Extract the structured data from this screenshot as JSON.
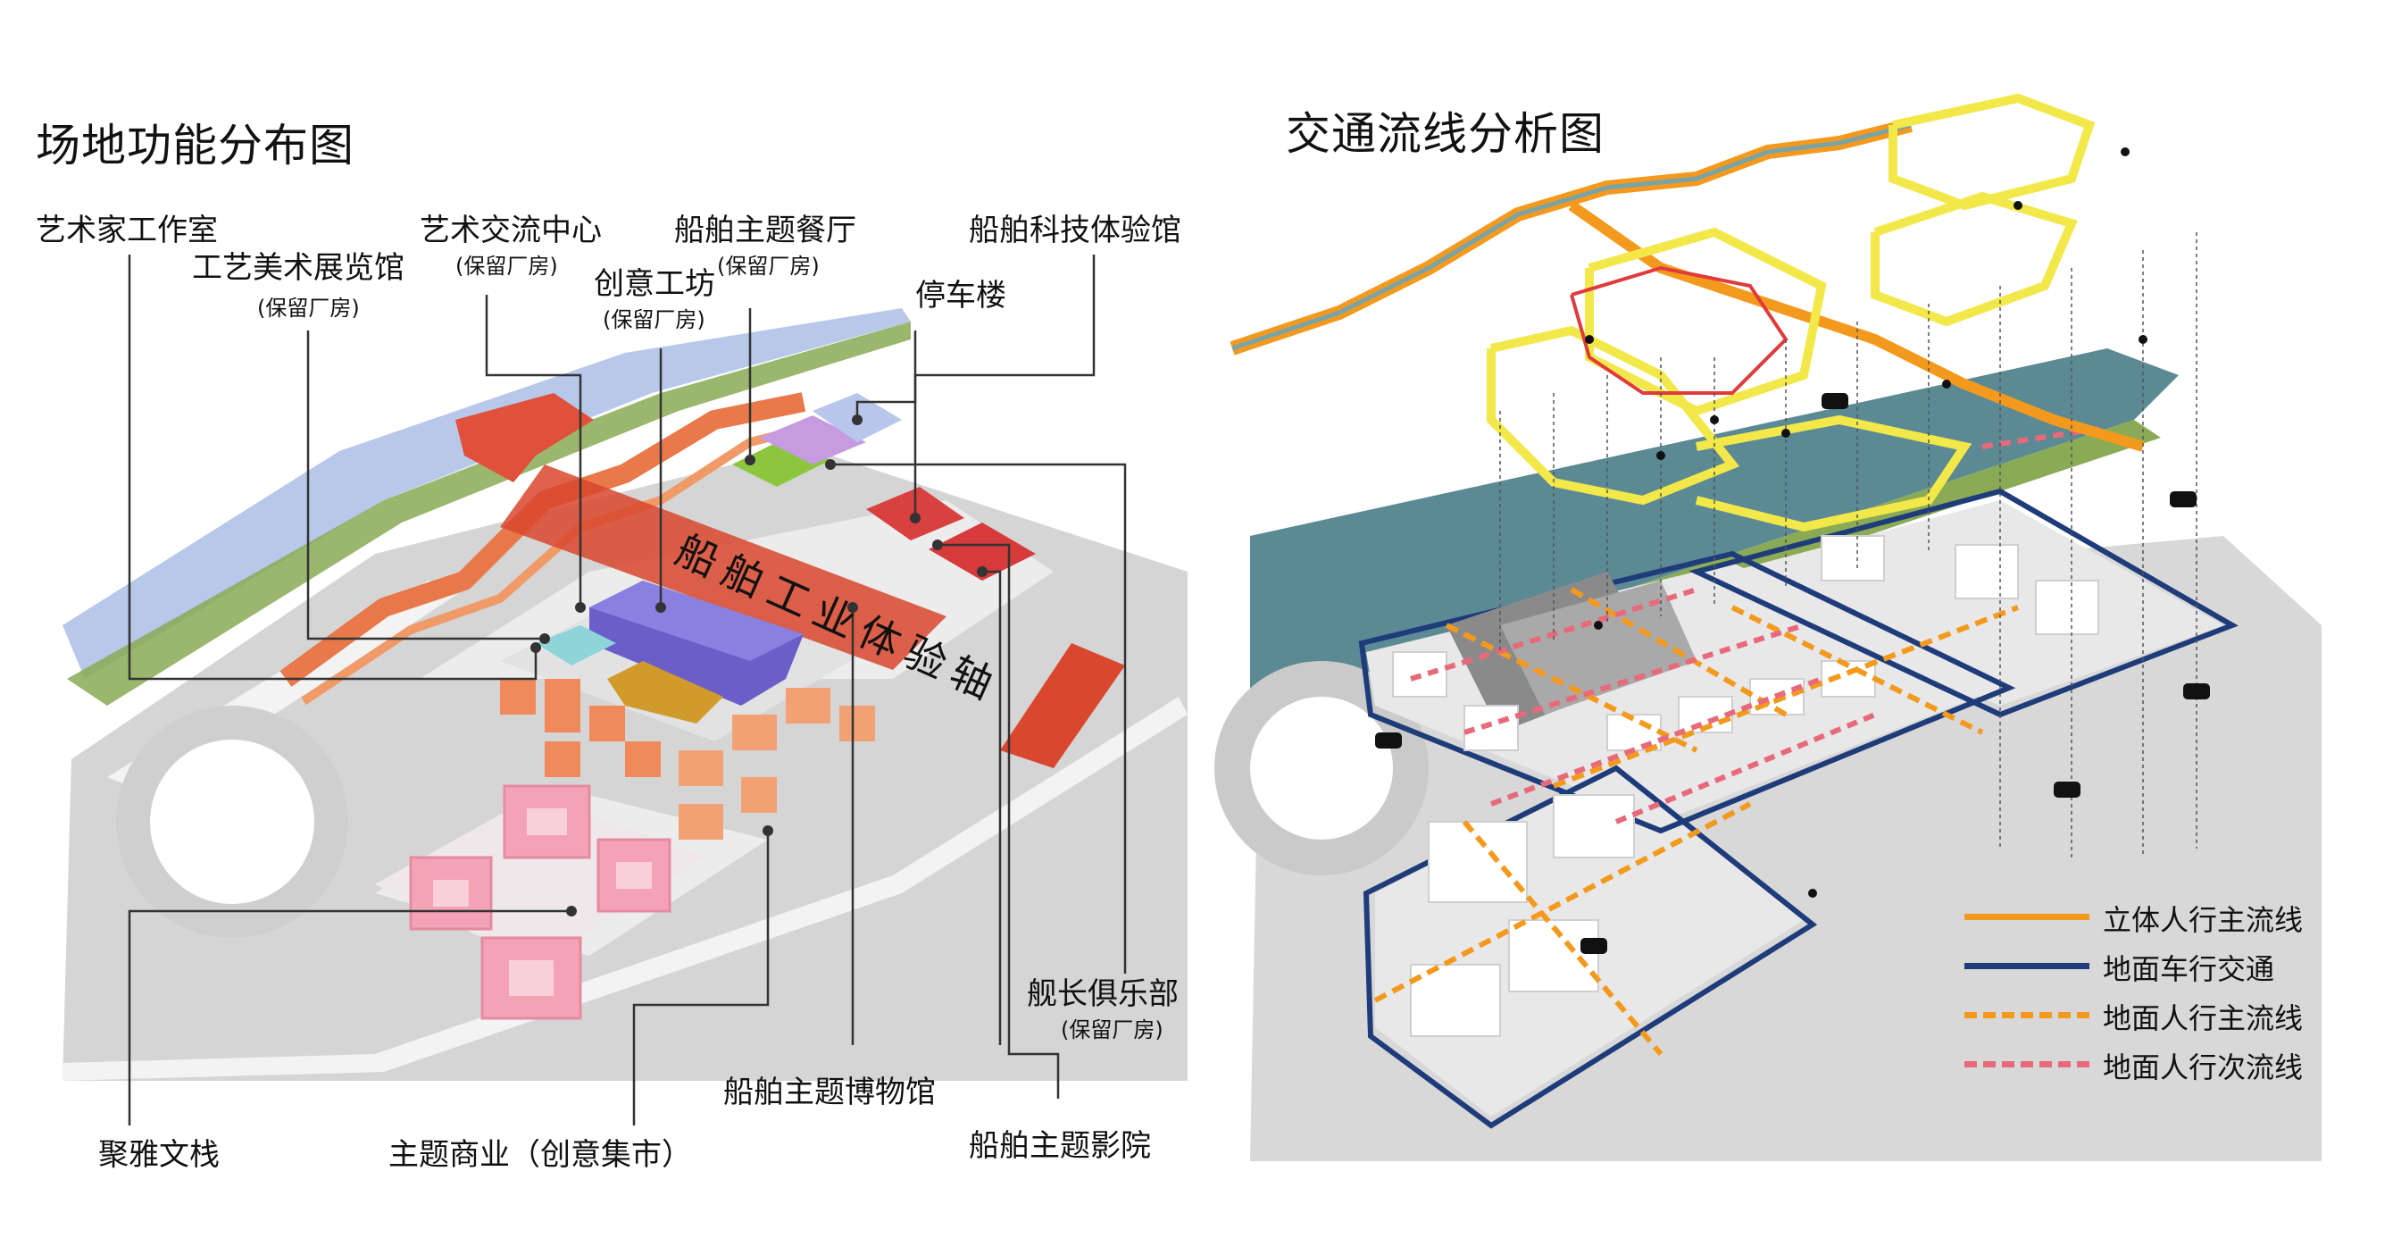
{
  "left_panel": {
    "title": "场地功能分布图",
    "axis_label": "船舶工业体验轴",
    "labels": {
      "artist_studio": "艺术家工作室",
      "craft_gallery": "工艺美术展览馆",
      "craft_gallery_note": "(保留厂房)",
      "art_center": "艺术交流中心",
      "art_center_note": "(保留厂房)",
      "creative_workshop": "创意工坊",
      "creative_workshop_note": "(保留厂房)",
      "ship_restaurant": "船舶主题餐厅",
      "ship_restaurant_note": "(保留厂房)",
      "parking": "停车楼",
      "ship_tech": "船舶科技体验馆",
      "captain_club": "舰长俱乐部",
      "captain_club_note": "(保留厂房)",
      "ship_museum": "船舶主题博物馆",
      "ship_cinema": "船舶主题影院",
      "inn": "聚雅文栈",
      "theme_commerce": "主题商业（创意集市）"
    }
  },
  "right_panel": {
    "title": "交通流线分析图",
    "legend": [
      {
        "label": "立体人行主流线",
        "color": "#f39a1e",
        "style": "solid"
      },
      {
        "label": "地面车行交通",
        "color": "#1f3c7a",
        "style": "solid"
      },
      {
        "label": "地面人行主流线",
        "color": "#f39a1e",
        "style": "dashed"
      },
      {
        "label": "地面人行次流线",
        "color": "#e86a7a",
        "style": "dashed"
      }
    ]
  }
}
